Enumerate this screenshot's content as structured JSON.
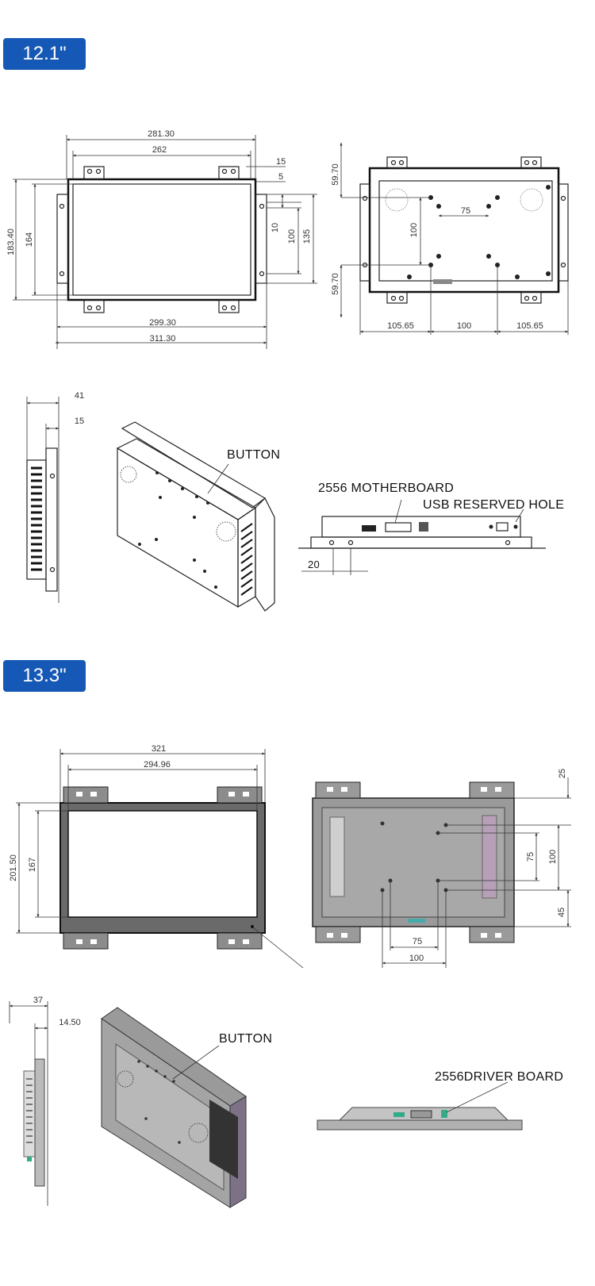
{
  "sections": [
    {
      "badge": "12.1\""
    },
    {
      "badge": "13.3\""
    }
  ],
  "s1": {
    "front": {
      "w_outer": "281.30",
      "w_inner": "262",
      "top_15": "15",
      "top_5": "5",
      "h_outer": "183.40",
      "h_inner": "164",
      "h_10": "10",
      "h_100": "100",
      "h_135": "135",
      "w_bottom1": "299.30",
      "w_bottom2": "311.30"
    },
    "back": {
      "top": "59.70",
      "mid": "100",
      "bottom": "59.70",
      "vesa": "75",
      "w_left": "105.65",
      "w_mid": "100",
      "w_right": "105.65"
    },
    "side": {
      "depth": "41",
      "bezel": "15"
    },
    "labels": {
      "button": "BUTTON",
      "motherboard": "2556 MOTHERBOARD",
      "usb": "USB RESERVED HOLE",
      "offset": "20"
    }
  },
  "s2": {
    "front": {
      "w_outer": "321",
      "w_inner": "294.96",
      "h_outer": "201.50",
      "h_inner": "167"
    },
    "back": {
      "top": "25",
      "vesa_v": "75",
      "h_100": "100",
      "bottom": "45",
      "vesa_h": "75",
      "w_100": "100"
    },
    "side": {
      "depth": "37",
      "bezel": "14.50"
    },
    "labels": {
      "button": "BUTTON",
      "driver": "2556DRIVER BOARD"
    }
  }
}
